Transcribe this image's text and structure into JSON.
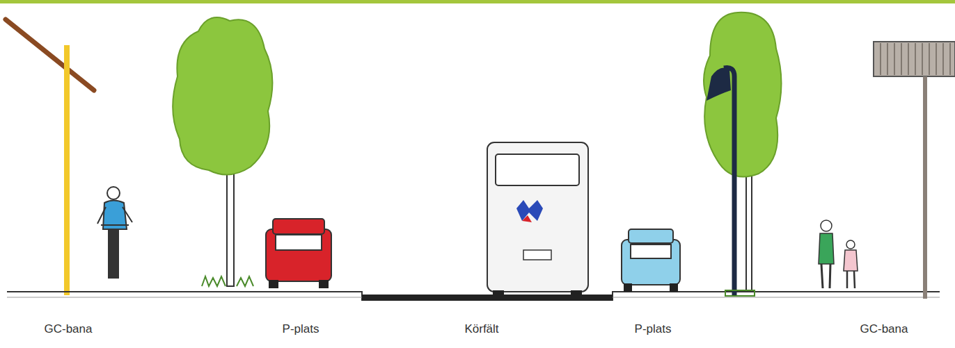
{
  "diagram": {
    "labels": [
      "GC-bana",
      "P-plats",
      "Körfält",
      "P-plats",
      "GC-bana"
    ]
  }
}
